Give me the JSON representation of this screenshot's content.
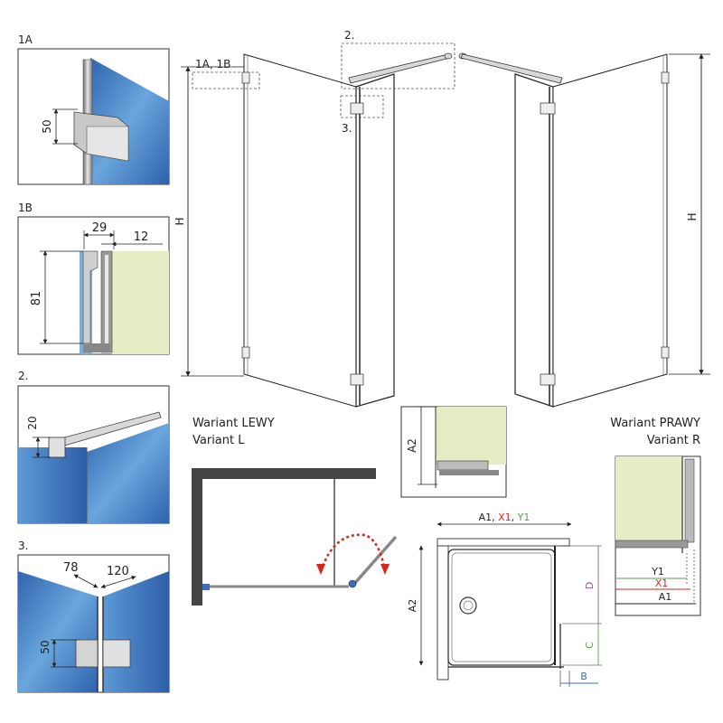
{
  "details": {
    "d1a": {
      "label": "1A",
      "dim": "50"
    },
    "d1b": {
      "label": "1B",
      "dim_a": "29",
      "dim_b": "12",
      "dim_c": "81"
    },
    "d2": {
      "label": "2.",
      "dim": "20"
    },
    "d3": {
      "label": "3.",
      "dim_a": "78",
      "dim_b": "120",
      "dim_c": "50"
    }
  },
  "callouts": {
    "c1": "1A, 1B",
    "c2": "2.",
    "c3": "3."
  },
  "height_label": "H",
  "variant_left": {
    "line1": "Wariant LEWY",
    "line2": "Variant L"
  },
  "variant_right": {
    "line1": "Wariant PRAWY",
    "line2": "Variant R"
  },
  "section_a2": "A2",
  "plan": {
    "top_a1": "A1",
    "top_sep1": ", ",
    "top_x1": "X1",
    "top_sep2": ", ",
    "top_y1": "Y1",
    "side_a2": "A2",
    "dim_d": "D",
    "dim_c": "C",
    "dim_b": "B"
  },
  "right_section": {
    "y1": "Y1",
    "x1": "X1",
    "a1": "A1"
  },
  "colors": {
    "glass_blue": "#3f7fc4",
    "wall_green": "#e6ecc4",
    "red": "#d9241c",
    "dim_purple": "#8a5aa8",
    "dim_green": "#5aa34a",
    "dim_blue": "#3a6fc0"
  }
}
